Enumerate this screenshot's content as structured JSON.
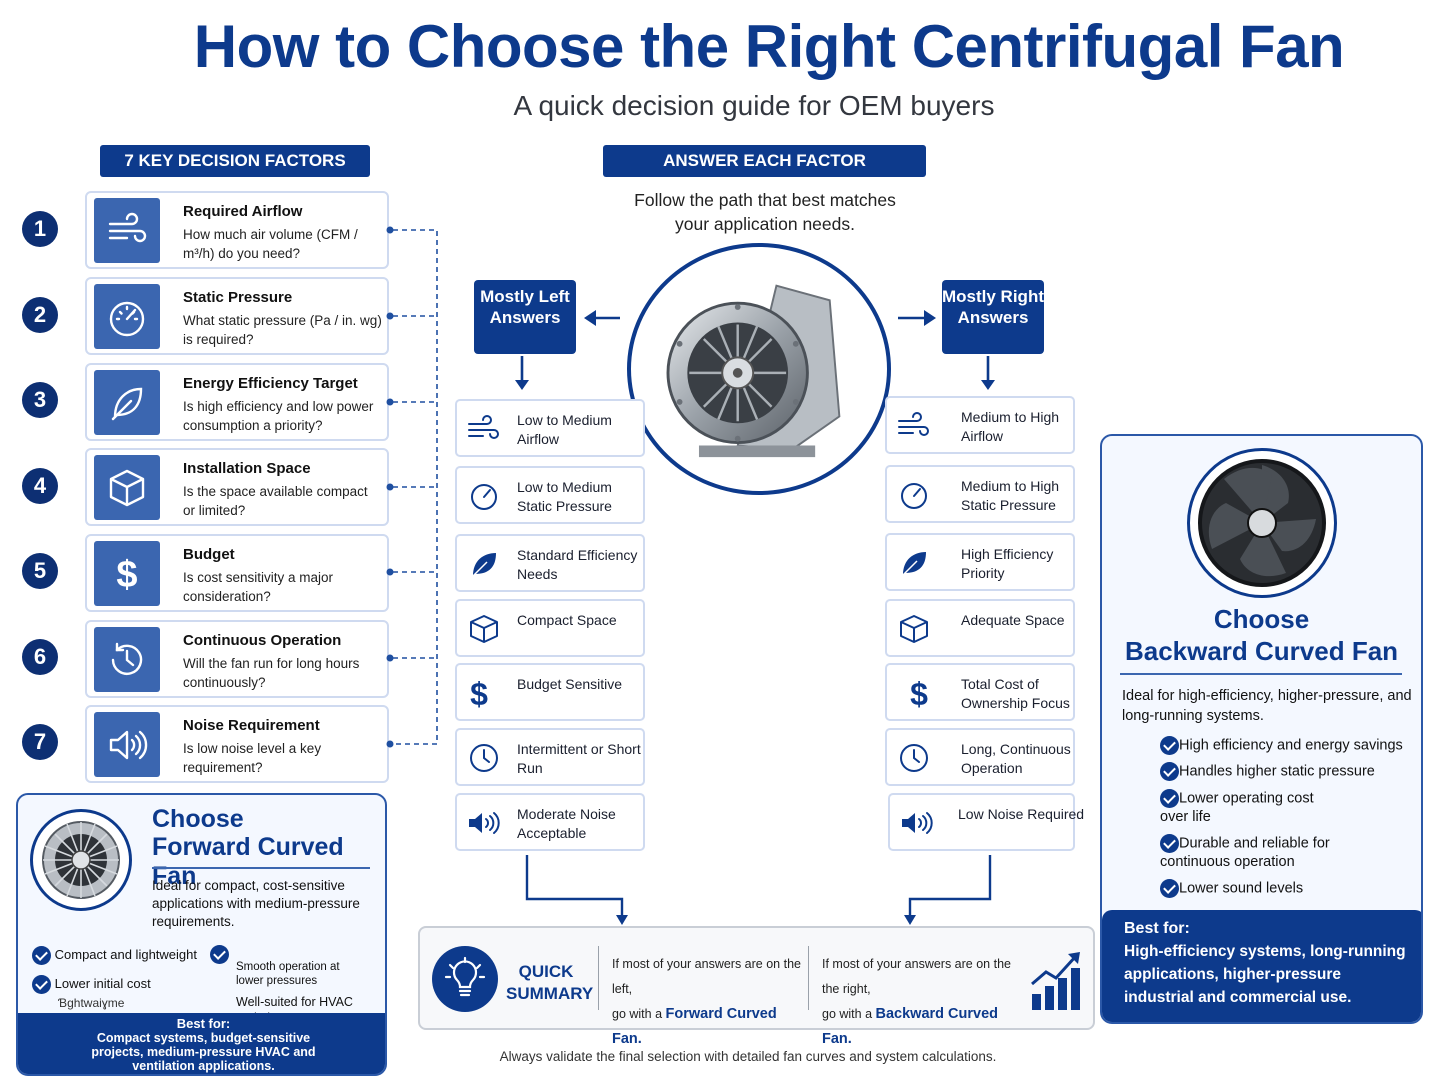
{
  "title": "How to Choose the Right Centrifugal Fan",
  "subtitle": "A quick decision guide for OEM buyers",
  "factors_header": "7 KEY DECISION FACTORS",
  "answer_header": "ANSWER EACH FACTOR",
  "answer_instruction": "Follow the path that best matches your application needs.",
  "factors": [
    {
      "num": "1",
      "title": "Required Airflow",
      "desc": "How much air volume (CFM / m³/h) do you need?",
      "icon": "wind-icon"
    },
    {
      "num": "2",
      "title": "Static Pressure",
      "desc": "What static pressure (Pa / in. wg) is required?",
      "icon": "gauge-icon"
    },
    {
      "num": "3",
      "title": "Energy Efficiency Target",
      "desc": "Is high efficiency and low power consumption a priority?",
      "icon": "leaf-icon"
    },
    {
      "num": "4",
      "title": "Installation Space",
      "desc": "Is the space available compact or limited?",
      "icon": "cube-icon"
    },
    {
      "num": "5",
      "title": "Budget",
      "desc": "Is cost sensitivity a major consideration?",
      "icon": "dollar-icon"
    },
    {
      "num": "6",
      "title": "Continuous Operation",
      "desc": "Will the fan run for long hours continuously?",
      "icon": "clock-icon"
    },
    {
      "num": "7",
      "title": "Noise Requirement",
      "desc": "Is low noise level a key requirement?",
      "icon": "speaker-icon"
    }
  ],
  "left_path": {
    "label": "Mostly Left Answers",
    "options": [
      "Low to Medium Airflow",
      "Low to Medium Static Pressure",
      "Standard Efficiency Needs",
      "Compact Space",
      "Budget Sensitive",
      "Intermittent or Short Run",
      "Moderate Noise Acceptable"
    ]
  },
  "right_path": {
    "label": "Mostly Right Answers",
    "options": [
      "Medium to High Airflow",
      "Medium to High Static Pressure",
      "High Efficiency Priority",
      "Adequate Space",
      "Total Cost of Ownership Focus",
      "Long, Continuous Operation",
      "Low Noise Required"
    ]
  },
  "forward": {
    "choose": "Choose",
    "name": "Forward Curved Fan",
    "desc": "Ideal for compact, cost-sensitive applications with medium-pressure requirements.",
    "features_left": [
      "Compact and lightweight",
      "Lower initial cost"
    ],
    "features_left_extra": "Ɓghtwaiɣme",
    "features_right_a": "Smooth operation at lower pressures",
    "features_right_b": "Well-suited for HVAC and air movement",
    "best_for_label": "Best for:",
    "best_for": "Compact systems, budget-sensitive projects, medium-pressure HVAC and ventilation applications."
  },
  "backward": {
    "choose": "Choose",
    "name": "Backward Curved Fan",
    "desc": "Ideal for high-efficiency, higher-pressure, and long-running systems.",
    "features": [
      "High efficiency and energy savings",
      "Handles higher static pressure",
      "Lower operating cost over life",
      "Durable and reliable for continuous operation",
      "Lower sound levels"
    ],
    "best_for_label": "Best for:",
    "best_for": "High-efficiency systems, long-running applications, higher-pressure industrial and commercial use."
  },
  "summary": {
    "label_a": "QUICK",
    "label_b": "SUMMARY",
    "left_pre": "If most of your answers are on the left,",
    "left_go": "go with a",
    "left_fan": "Forward Curved Fan.",
    "right_pre": "If most of your answers are on the the right,",
    "right_go": "go with a",
    "right_fan": "Backward Curved Fan."
  },
  "footer": "Always validate the final selection with detailed fan curves and system calculations.",
  "colors": {
    "primary": "#0d3a8c",
    "accent": "#3b66b0",
    "border": "#cfdaf0"
  }
}
